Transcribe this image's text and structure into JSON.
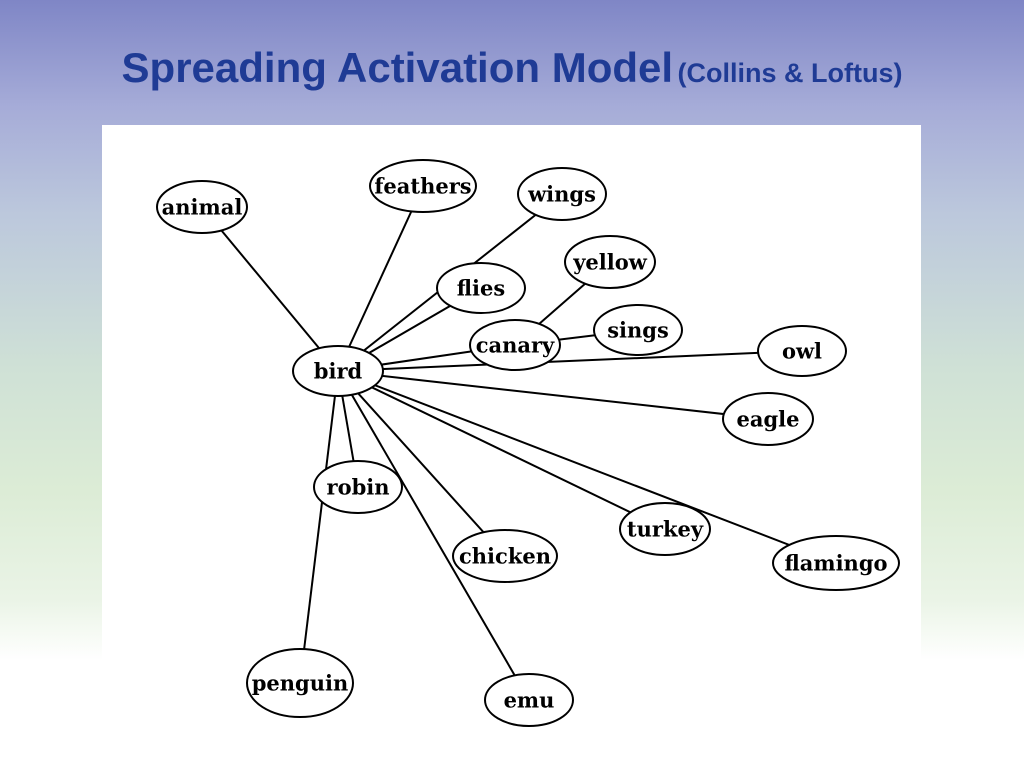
{
  "slide": {
    "title_main": "Spreading Activation Model",
    "title_sub": "(Collins & Loftus)",
    "title_color": "#1f3b95"
  },
  "diagram": {
    "center": "bird",
    "nodes": {
      "animal": "animal",
      "feathers": "feathers",
      "wings": "wings",
      "flies": "flies",
      "yellow": "yellow",
      "canary": "canary",
      "sings": "sings",
      "owl": "owl",
      "bird": "bird",
      "eagle": "eagle",
      "robin": "robin",
      "turkey": "turkey",
      "chicken": "chicken",
      "flamingo": "flamingo",
      "penguin": "penguin",
      "emu": "emu"
    },
    "edges": [
      [
        "bird",
        "animal"
      ],
      [
        "bird",
        "feathers"
      ],
      [
        "bird",
        "wings"
      ],
      [
        "bird",
        "flies"
      ],
      [
        "bird",
        "canary"
      ],
      [
        "bird",
        "owl"
      ],
      [
        "bird",
        "eagle"
      ],
      [
        "bird",
        "robin"
      ],
      [
        "bird",
        "turkey"
      ],
      [
        "bird",
        "chicken"
      ],
      [
        "bird",
        "flamingo"
      ],
      [
        "bird",
        "penguin"
      ],
      [
        "bird",
        "emu"
      ],
      [
        "canary",
        "yellow"
      ],
      [
        "canary",
        "sings"
      ]
    ]
  }
}
